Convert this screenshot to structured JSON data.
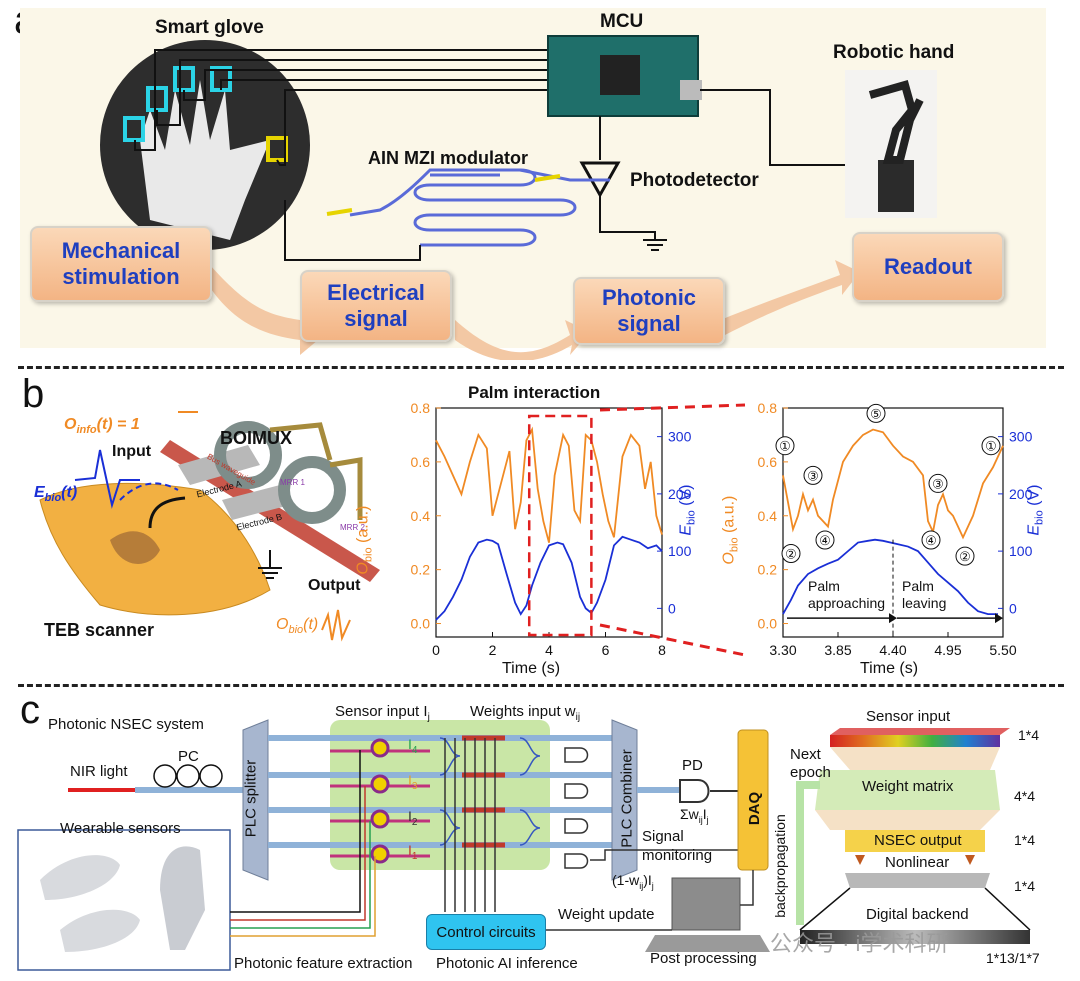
{
  "panel_a": {
    "letter": "a",
    "smart_glove": "Smart glove",
    "mcu": "MCU",
    "robotic_hand": "Robotic hand",
    "modulator": "AIN MZI modulator",
    "photodetector": "Photodetector",
    "flow": [
      "Mechanical\nstimulation",
      "Electrical\nsignal",
      "Photonic\nsignal",
      "Readout"
    ],
    "box_color": "#f6c49c",
    "text_color": "#1f3fbf"
  },
  "panel_b": {
    "letter": "b",
    "o_info": "O",
    "o_info_sub": "info",
    "o_info_rest": "(t) = 1",
    "input": "Input",
    "e_bio": "E",
    "e_bio_sub": "bio",
    "e_bio_rest": "(t)",
    "boimux": "BOIMUX",
    "bus_waveguide": "Bus waveguide",
    "electrode_a": "Electrode A",
    "electrode_b": "Electrode B",
    "mrr1": "MRR 1",
    "mrr2": "MRR 2",
    "output": "Output",
    "teb": "TEB scanner",
    "o_bio": "O",
    "o_bio_sub": "bio",
    "o_bio_rest": "(t)",
    "orange": "#f08a24",
    "blue": "#1a2fd6"
  },
  "chart_data": [
    {
      "type": "line",
      "title": "Palm interaction",
      "xlabel": "Time (s)",
      "ylabel_left_main": "O",
      "ylabel_left_sub": "bio",
      "ylabel_left_unit": " (a.u.)",
      "ylabel_right_main": "E",
      "ylabel_right_sub": "bio",
      "ylabel_right_unit": " (V)",
      "xlim": [
        0,
        8
      ],
      "ylim_left": [
        -0.05,
        0.8
      ],
      "ylim_right": [
        -50,
        350
      ],
      "x_ticks": [
        "0",
        "2",
        "4",
        "6",
        "8"
      ],
      "y_ticks_left": [
        "0.0",
        "0.2",
        "0.4",
        "0.6",
        "0.8"
      ],
      "y_ticks_right": [
        "0",
        "100",
        "200",
        "300"
      ],
      "series": [
        {
          "axis": "left",
          "color": "#f08a24",
          "x": [
            0,
            0.3,
            0.6,
            0.9,
            1.2,
            1.5,
            1.8,
            2.0,
            2.3,
            2.6,
            2.8,
            3.0,
            3.2,
            3.4,
            3.6,
            3.8,
            4.0,
            4.2,
            4.5,
            4.7,
            4.9,
            5.1,
            5.3,
            5.5,
            5.7,
            5.9,
            6.1,
            6.3,
            6.6,
            6.9,
            7.2,
            7.4,
            7.6,
            7.8,
            8.0
          ],
          "y": [
            0.68,
            0.62,
            0.55,
            0.48,
            0.6,
            0.7,
            0.65,
            0.4,
            0.52,
            0.64,
            0.35,
            0.45,
            0.68,
            0.72,
            0.5,
            0.38,
            0.3,
            0.55,
            0.7,
            0.66,
            0.42,
            0.38,
            0.7,
            0.68,
            0.6,
            0.48,
            0.38,
            0.32,
            0.62,
            0.7,
            0.66,
            0.5,
            0.6,
            0.4,
            0.33
          ]
        },
        {
          "axis": "right",
          "color": "#1a2fd6",
          "x": [
            0,
            0.3,
            0.6,
            0.9,
            1.2,
            1.5,
            1.8,
            2.0,
            2.2,
            2.5,
            2.8,
            3.0,
            3.2,
            3.4,
            3.7,
            4.0,
            4.3,
            4.5,
            4.8,
            5.1,
            5.3,
            5.5,
            5.7,
            6.0,
            6.3,
            6.6,
            6.9,
            7.2,
            7.5,
            7.8,
            8.0
          ],
          "y": [
            -20,
            -5,
            20,
            50,
            90,
            115,
            120,
            118,
            112,
            60,
            10,
            -10,
            5,
            40,
            80,
            110,
            115,
            112,
            80,
            20,
            0,
            -8,
            10,
            50,
            110,
            125,
            120,
            115,
            105,
            110,
            100
          ]
        }
      ]
    },
    {
      "type": "line",
      "xlabel": "Time (s)",
      "ylabel_left_main": "O",
      "ylabel_left_sub": "bio",
      "ylabel_left_unit": " (a.u.)",
      "ylabel_right_main": "E",
      "ylabel_right_sub": "bio",
      "ylabel_right_unit": " (V)",
      "xlim": [
        3.3,
        5.5
      ],
      "ylim_left": [
        -0.05,
        0.8
      ],
      "ylim_right": [
        -50,
        350
      ],
      "x_ticks": [
        "3.30",
        "3.85",
        "4.40",
        "4.95",
        "5.50"
      ],
      "y_ticks_left": [
        "0.0",
        "0.2",
        "0.4",
        "0.6",
        "0.8"
      ],
      "y_ticks_right": [
        "0",
        "100",
        "200",
        "300"
      ],
      "series": [
        {
          "axis": "left",
          "color": "#f08a24",
          "x": [
            3.3,
            3.35,
            3.4,
            3.45,
            3.5,
            3.55,
            3.6,
            3.65,
            3.7,
            3.75,
            3.8,
            3.9,
            4.0,
            4.1,
            4.2,
            4.3,
            4.4,
            4.5,
            4.6,
            4.7,
            4.75,
            4.8,
            4.85,
            4.9,
            4.95,
            5.0,
            5.05,
            5.1,
            5.2,
            5.3,
            5.4,
            5.5
          ],
          "y": [
            0.55,
            0.45,
            0.35,
            0.4,
            0.48,
            0.42,
            0.46,
            0.4,
            0.38,
            0.36,
            0.46,
            0.6,
            0.66,
            0.7,
            0.72,
            0.71,
            0.66,
            0.62,
            0.6,
            0.55,
            0.38,
            0.34,
            0.44,
            0.48,
            0.42,
            0.4,
            0.36,
            0.32,
            0.4,
            0.52,
            0.58,
            0.66
          ]
        },
        {
          "axis": "right",
          "color": "#1a2fd6",
          "x": [
            3.3,
            3.38,
            3.45,
            3.55,
            3.65,
            3.75,
            3.85,
            3.95,
            4.05,
            4.15,
            4.22,
            4.3,
            4.45,
            4.55,
            4.65,
            4.75,
            4.85,
            4.95,
            5.05,
            5.15,
            5.25,
            5.35,
            5.45
          ],
          "y": [
            -10,
            15,
            40,
            60,
            70,
            78,
            85,
            100,
            115,
            118,
            120,
            118,
            112,
            108,
            100,
            80,
            60,
            45,
            30,
            10,
            -5,
            -10,
            -10
          ]
        }
      ],
      "arrow_labels": [
        "Palm\napproaching",
        "Palm\nleaving"
      ],
      "markers": [
        "①",
        "②",
        "③",
        "④",
        "⑤",
        "④",
        "③",
        "②",
        "①"
      ]
    }
  ],
  "panel_c": {
    "letter": "c",
    "system": "Photonic NSEC system",
    "nir": "NIR light",
    "pc": "PC",
    "plc_splitter": "PLC splitter",
    "sensor_input_ij": "Sensor input I",
    "sensor_input_sub": "j",
    "weights_input": "Weights input w",
    "weights_sub": "ij",
    "i_labels": [
      "I",
      "I",
      "I",
      "I"
    ],
    "i_subs": [
      "4",
      "3",
      "2",
      "1"
    ],
    "plc_combiner": "PLC Combiner",
    "pd": "PD",
    "sum_w": "Σw",
    "sum_sub1": "ij",
    "sum_i": "I",
    "sum_sub2": "j",
    "signal_monitoring": "Signal\nmonitoring",
    "one_minus": "(1-w",
    "one_minus_sub": "ij",
    "one_minus_rest": ")I",
    "one_minus_sub2": "j",
    "daq": "DAQ",
    "wearable": "Wearable sensors",
    "control": "Control circuits",
    "weight_update": "Weight update",
    "feature": "Photonic feature extraction",
    "ai_inference": "Photonic AI inference",
    "post_processing": "Post processing",
    "next_epoch": "Next\nepoch",
    "backprop": "backpropagation",
    "sensor_input": "Sensor input",
    "weight_matrix": "Weight matrix",
    "nsec_output": "NSEC output",
    "nonlinear": "Nonlinear",
    "digital_backend": "Digital backend",
    "dims": [
      "1*4",
      "4*4",
      "1*4",
      "1*4",
      "1*13/1*7"
    ],
    "watermark": "公众号 · i学术科研",
    "green_bg": "#c9e6a6",
    "cyan_box": "#2fc4f0"
  }
}
